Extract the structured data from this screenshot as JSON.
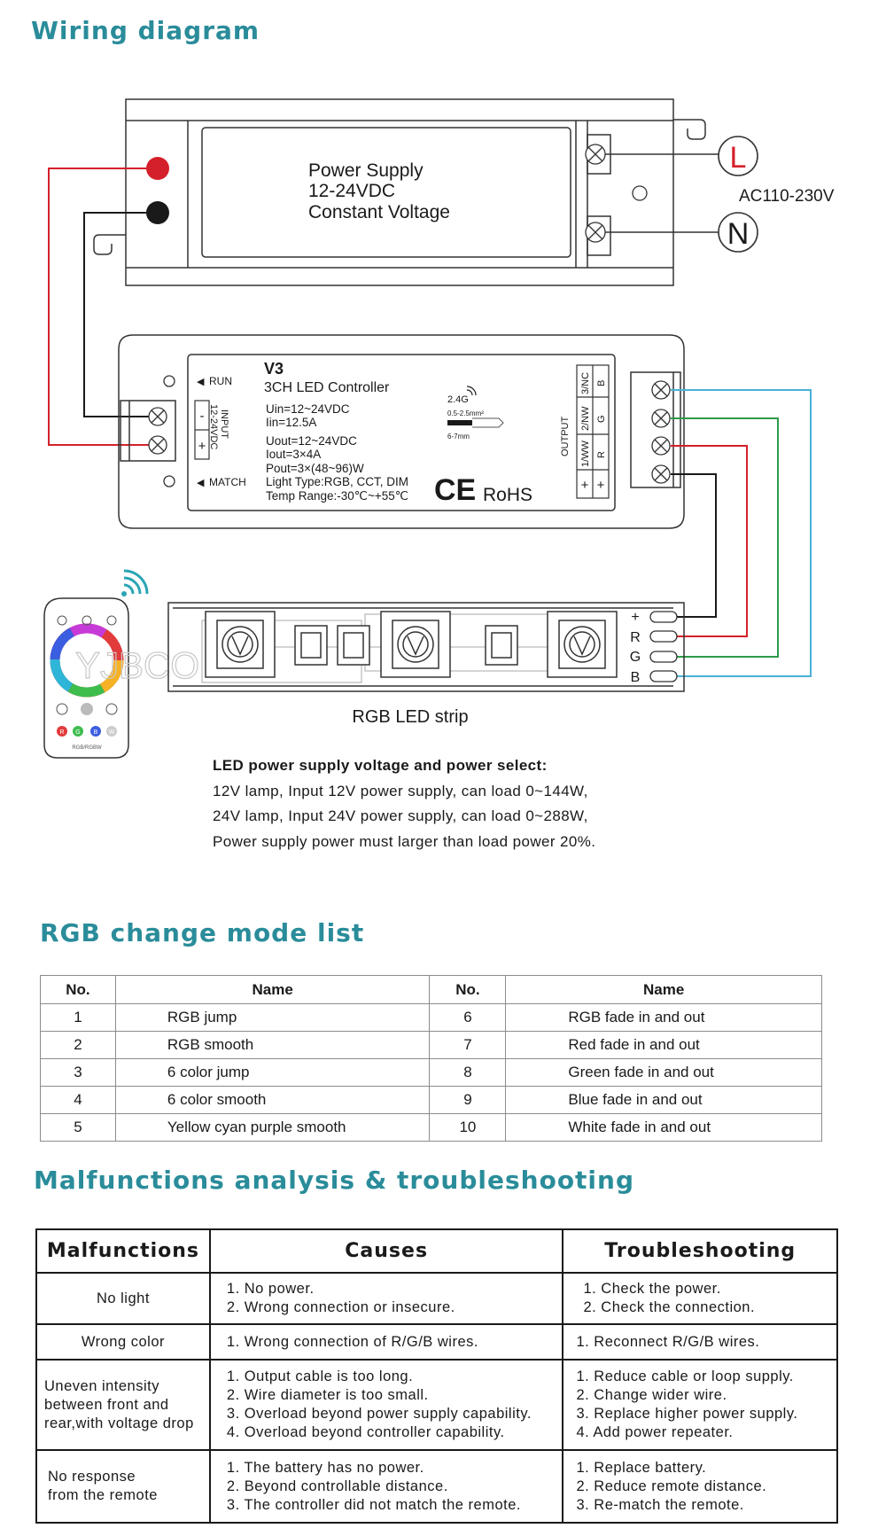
{
  "headings": {
    "wiring": "Wiring diagram",
    "modes": "RGB change mode list",
    "malfunctions": "Malfunctions analysis & troubleshooting"
  },
  "power_supply": {
    "line1": "Power Supply",
    "line2": "12-24VDC",
    "line3": "Constant Voltage"
  },
  "mains": {
    "l": "L",
    "n": "N",
    "ac": "AC110-230V"
  },
  "controller": {
    "model": "V3",
    "name": "3CH LED Controller",
    "run": "RUN",
    "match": "MATCH",
    "input_label": "INPUT",
    "input_voltage": "12-24VDC",
    "minus": "-",
    "plus": "+",
    "specs": [
      "Uin=12~24VDC",
      "Iin=12.5A",
      "",
      "Uout=12~24VDC",
      "Iout=3×4A",
      "Pout=3×(48~96)W",
      "Light Type:RGB, CCT, DIM",
      "Temp Range:-30℃~+55℃"
    ],
    "rf": "2.4G",
    "wire_size": "0.5-2.5mm²",
    "strip_len": "6-7mm",
    "ce": "CE",
    "rohs": "RoHS",
    "output_label": "OUTPUT",
    "out_channels": [
      "3/NC",
      "2/NW",
      "1/WW",
      "+"
    ],
    "out_colors": [
      "B",
      "G",
      "R",
      "+"
    ]
  },
  "remote": {
    "model": "RGB/RGBW",
    "keys": [
      "R",
      "G",
      "B",
      "W"
    ],
    "watermark": "YJBCO"
  },
  "strip": {
    "label": "RGB LED strip",
    "pins": [
      "+",
      "R",
      "G",
      "B"
    ]
  },
  "wire_colors": {
    "red": "#d4202a",
    "black": "#1a1a1a",
    "green": "#2e9a4a",
    "blue": "#4ab0d8"
  },
  "note": {
    "title": "LED power supply voltage and power select:",
    "lines": [
      "12V lamp, Input 12V power supply, can load 0~144W,",
      "24V lamp, Input 24V power supply, can load 0~288W,",
      "Power supply power must larger than load power 20%."
    ]
  },
  "modes_table": {
    "headers": [
      "No.",
      "Name",
      "No.",
      "Name"
    ],
    "rows": [
      [
        "1",
        "RGB jump",
        "6",
        "RGB fade in and out"
      ],
      [
        "2",
        "RGB smooth",
        "7",
        "Red fade in and out"
      ],
      [
        "3",
        "6 color jump",
        "8",
        "Green fade in and out"
      ],
      [
        "4",
        "6 color smooth",
        "9",
        "Blue fade in and out"
      ],
      [
        "5",
        "Yellow cyan purple smooth",
        "10",
        "White fade in and out"
      ]
    ]
  },
  "malf_table": {
    "headers": [
      "Malfunctions",
      "Causes",
      "Troubleshooting"
    ],
    "rows": [
      {
        "problem": [
          "No light"
        ],
        "causes": [
          "1. No power.",
          "2. Wrong connection or insecure."
        ],
        "fixes": [
          "1. Check the power.",
          "2. Check the connection."
        ]
      },
      {
        "problem": [
          "Wrong color"
        ],
        "causes": [
          "1. Wrong connection of R/G/B wires."
        ],
        "fixes": [
          "1. Reconnect R/G/B wires."
        ]
      },
      {
        "problem": [
          "Uneven intensity",
          "between front and",
          "rear,with voltage drop"
        ],
        "causes": [
          "1. Output cable is too long.",
          "2. Wire diameter is too small.",
          "3. Overload beyond power supply capability.",
          "4. Overload beyond controller capability."
        ],
        "fixes": [
          "1. Reduce cable or loop supply.",
          "2. Change wider wire.",
          "3. Replace higher power supply.",
          "4. Add power repeater."
        ]
      },
      {
        "problem": [
          "No response",
          "from the remote"
        ],
        "causes": [
          "1. The battery has no power.",
          "2. Beyond controllable distance.",
          "3. The controller did not match the remote."
        ],
        "fixes": [
          "1. Replace battery.",
          "2. Reduce remote distance.",
          "3. Re-match the remote."
        ]
      }
    ]
  }
}
